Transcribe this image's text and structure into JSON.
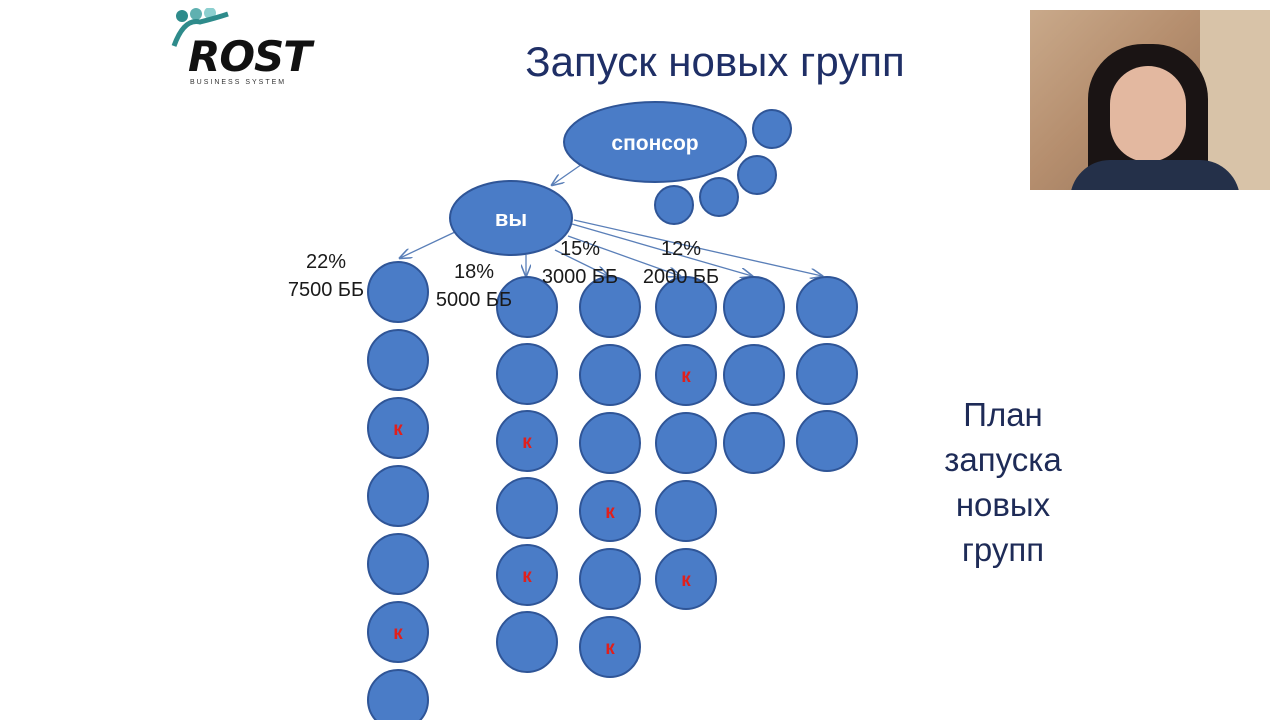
{
  "header": {
    "logo_text": "ROST",
    "logo_subtitle": "BUSINESS SYSTEM",
    "title": "Запуск новых групп"
  },
  "webcam": {
    "label": "presenter-video"
  },
  "diagram": {
    "sponsor_label": "спонсор",
    "you_label": "вы",
    "k_label": "к",
    "column_labels": [
      {
        "percent": "22%",
        "points": "7500 ББ"
      },
      {
        "percent": "18%",
        "points": "5000 ББ"
      },
      {
        "percent": "15%",
        "points": "3000 ББ"
      },
      {
        "percent": "12%",
        "points": "2000 ББ"
      }
    ],
    "columns": [
      {
        "count": 7,
        "k_rows": [
          2,
          5
        ]
      },
      {
        "count": 6,
        "k_rows": [
          2,
          4
        ]
      },
      {
        "count": 6,
        "k_rows": [
          3,
          5
        ]
      },
      {
        "count": 5,
        "k_rows": [
          1,
          4
        ]
      },
      {
        "count": 3,
        "k_rows": []
      },
      {
        "count": 3,
        "k_rows": []
      }
    ],
    "colors": {
      "fill": "#4a7cc7",
      "stroke": "#2f5597",
      "k": "#e0201c",
      "arrow": "#5a7fb8"
    }
  },
  "side_caption": [
    "План",
    "запуска",
    "новых",
    "групп"
  ]
}
